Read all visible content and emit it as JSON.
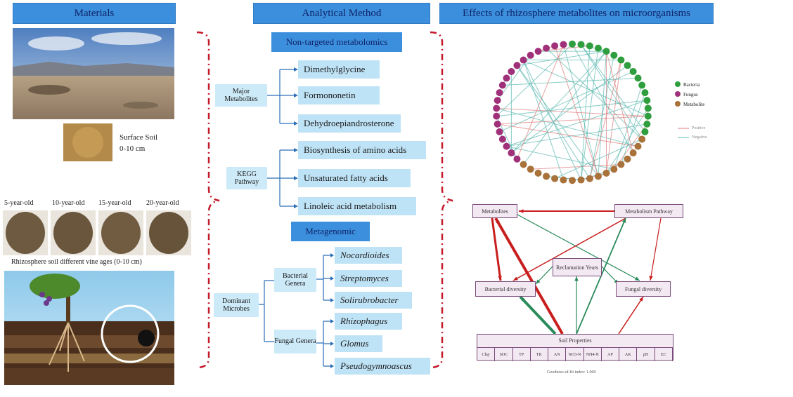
{
  "headers": {
    "materials": "Materials",
    "method": "Analytical Method",
    "effects": "Effects of rhizosphere metabolites on microorganisms"
  },
  "materials": {
    "surface_soil": "Surface Soil",
    "surface_depth": "0-10 cm",
    "ages": [
      "5-year-old",
      "10-year-old",
      "15-year-old",
      "20-year-old"
    ],
    "rhizo_caption": "Rhizosphere soil different vine ages (0-10 cm)"
  },
  "method": {
    "nontargeted": "Non-targeted metabolomics",
    "major_label": "Major Metabolites",
    "major": [
      "Dimethylglycine",
      "Formononetin",
      "Dehydroepiandrosterone"
    ],
    "kegg_label": "KEGG Pathway",
    "kegg": [
      "Biosynthesis of amino acids",
      "Unsaturated fatty acids",
      "Linoleic acid metabolism"
    ],
    "metagenomic": "Metagenomic",
    "dominant_label": "Dominant Microbes",
    "bacterial_label": "Bacterial Genera",
    "bacterial": [
      "Nocardioides",
      "Streptomyces",
      "Solirubrobacter"
    ],
    "fungal_label": "Fungal Genera",
    "fungal": [
      "Rhizophagus",
      "Glomus",
      "Pseudogymnoascus"
    ]
  },
  "network": {
    "legend": [
      "Bacteria",
      "Fungus",
      "Metabolite"
    ],
    "edge_legend": [
      "Positive",
      "Negative"
    ],
    "colors": {
      "bacteria": "#2e9e3e",
      "fungus": "#a0307a",
      "metabolite": "#a8723a",
      "positive": "#e07a7a",
      "negative": "#5ab8b0"
    }
  },
  "sem": {
    "metabolites": "Metabolites",
    "pathway": "Metabolism Pathway",
    "years": "Reclamation Years",
    "bacterial": "Bacterial diversity",
    "fungal": "Fungal diversity",
    "soil": "Soil Properties",
    "soil_vars": [
      "Clay",
      "SOC",
      "TP",
      "TK",
      "AN",
      "NO3-N",
      "NH4-N",
      "AP",
      "AK",
      "pH",
      "EC"
    ],
    "fit": "Goodness-of-fit index: 1.000"
  }
}
